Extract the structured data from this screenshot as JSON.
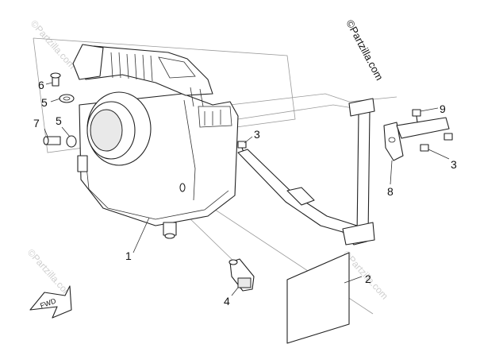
{
  "watermark": {
    "main": "©Partzilla.com",
    "faint": "©Partzilla.com"
  },
  "callouts": {
    "c1": "1",
    "c2": "2",
    "c3a": "3",
    "c3b": "3",
    "c4": "4",
    "c5a": "5",
    "c5b": "5",
    "c6": "6",
    "c7": "7",
    "c8": "8",
    "c9": "9"
  },
  "fwd_label": "FWD",
  "colors": {
    "line": "#222222",
    "guide": "#9a9a9a",
    "watermark_faint": "#cfcfcf"
  }
}
